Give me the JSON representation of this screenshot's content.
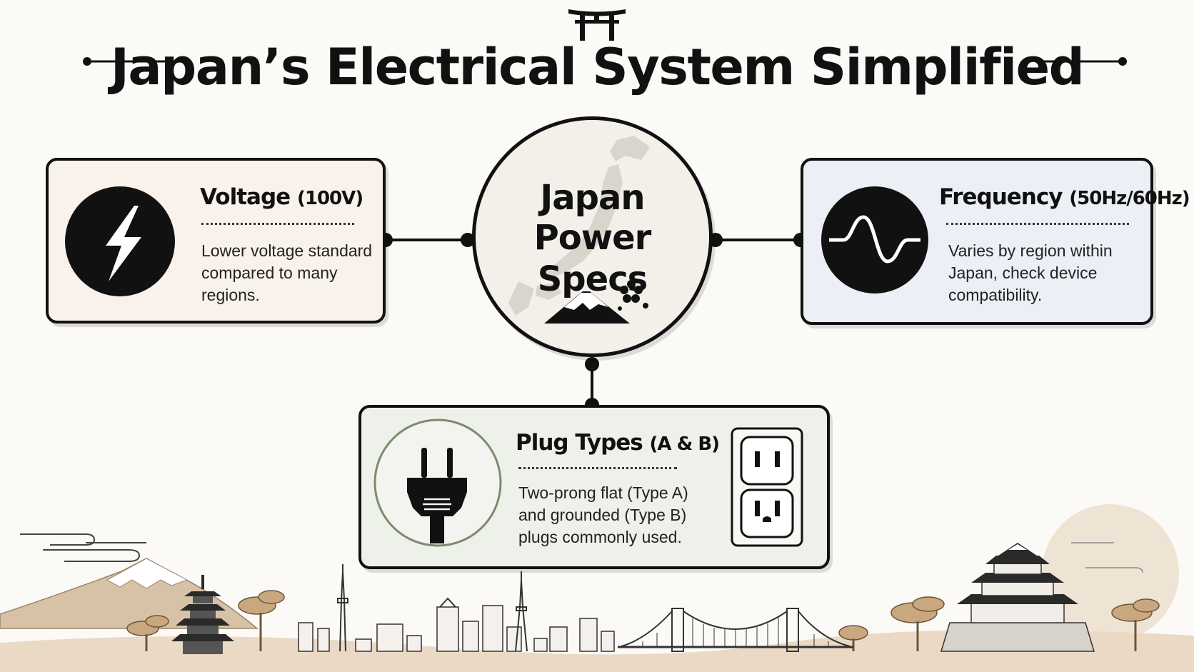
{
  "title": "Japan’s Electrical System Simplified",
  "hub": {
    "line1": "Japan",
    "line2": "Power Specs"
  },
  "cards": {
    "voltage": {
      "title": "Voltage",
      "title_value": "(100V)",
      "body": [
        "Lower voltage standard",
        "compared to many",
        "regions."
      ],
      "icon": "lightning-bolt-icon"
    },
    "frequency": {
      "title": "Frequency",
      "title_value": "(50Hz/60Hz)",
      "body": [
        "Varies by region within",
        "Japan, check device",
        "compatibility."
      ],
      "icon": "sine-wave-icon"
    },
    "plug": {
      "title": "Plug Types",
      "title_value": "(A & B)",
      "body": [
        "Two-prong flat (Type A)",
        "and grounded (Type B)",
        "plugs commonly used."
      ],
      "icon": "plug-icon",
      "outlet_icon": "wall-outlet-icon"
    }
  },
  "colors": {
    "ink": "#111111",
    "voltage_bg": "#f8f2ea",
    "frequency_bg": "#eceff5",
    "plug_bg": "#eef1ea",
    "sun": "#efe3d4",
    "landscape_tan": "#c9b49a"
  },
  "decorations": [
    "torii-gate-icon",
    "japan-map-icon",
    "mount-fuji-icon",
    "sakura-icon",
    "skyline-illustration"
  ]
}
